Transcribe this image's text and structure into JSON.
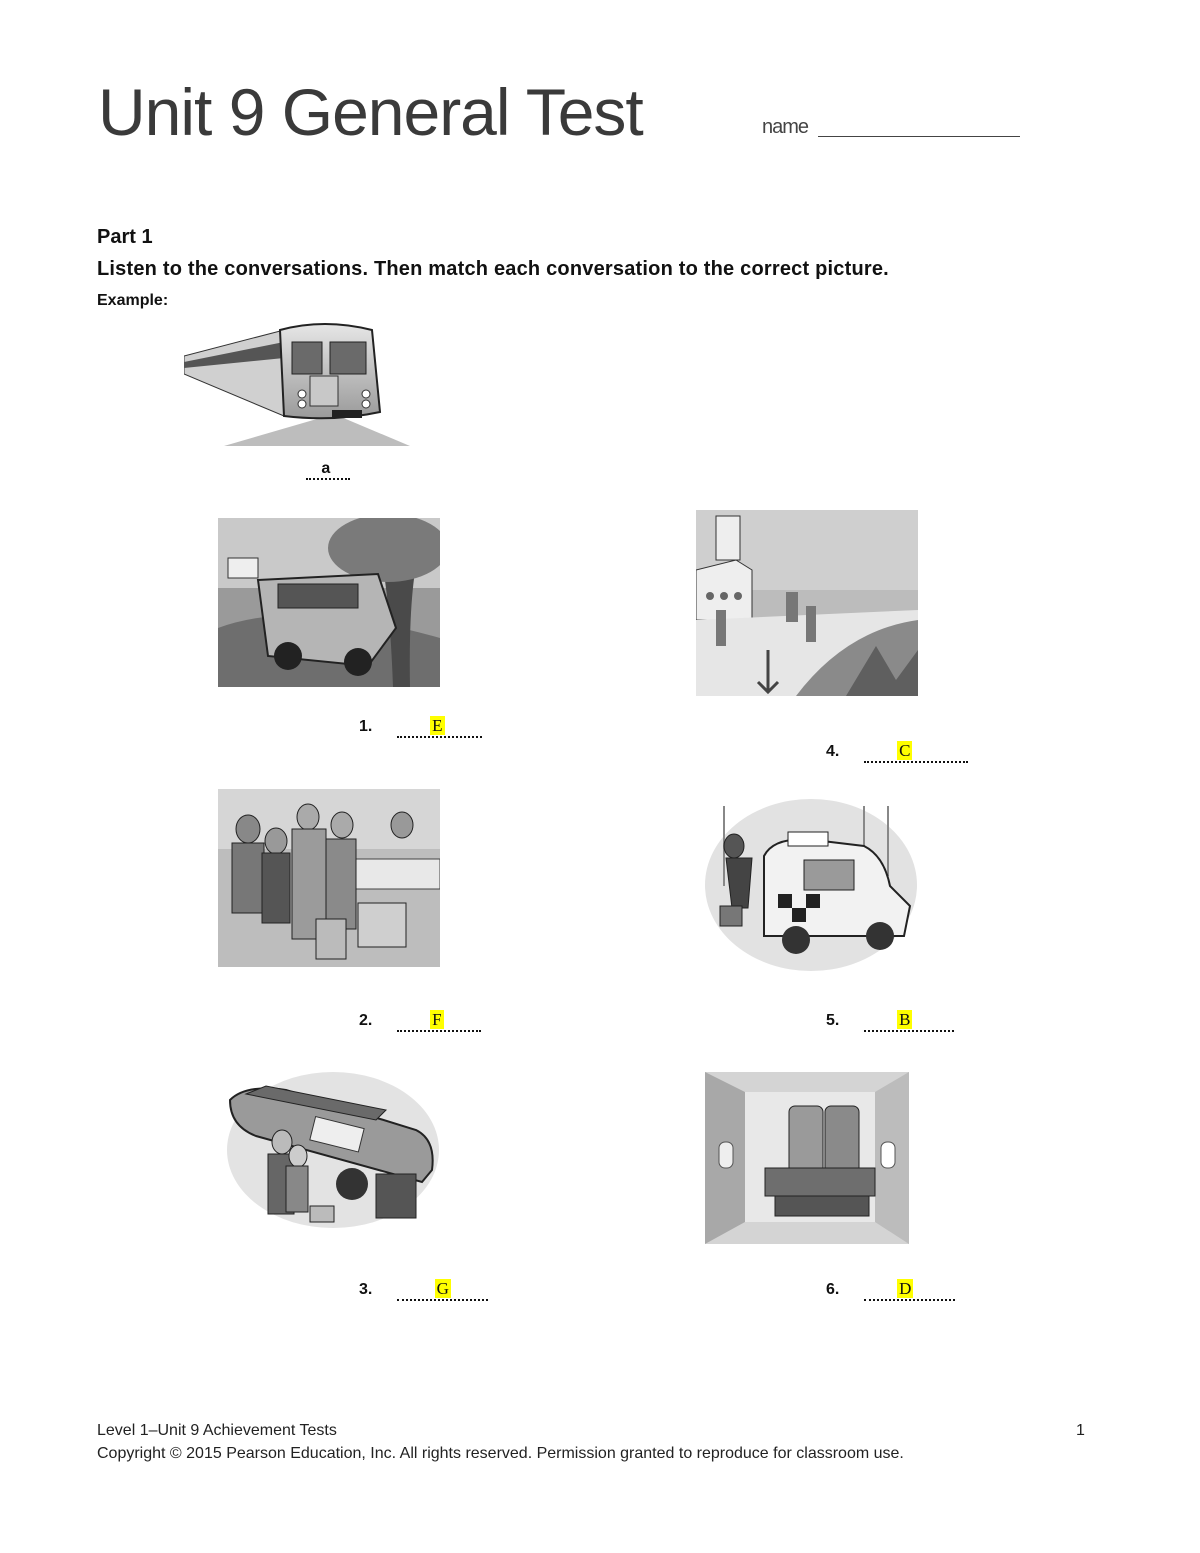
{
  "header": {
    "title": "Unit 9 General Test",
    "name_label": "name"
  },
  "part1": {
    "heading": "Part 1",
    "instructions": "Listen to the conversations. Then match each conversation to the correct picture.",
    "example_label": "Example:",
    "example_answer": "a",
    "items": [
      {
        "number": "1.",
        "answer": "E",
        "picture": "van-crash-illustration"
      },
      {
        "number": "2.",
        "answer": "F",
        "picture": "airport-line-illustration"
      },
      {
        "number": "3.",
        "answer": "G",
        "picture": "limousine-illustration"
      },
      {
        "number": "4.",
        "answer": "C",
        "picture": "ship-dock-illustration"
      },
      {
        "number": "5.",
        "answer": "B",
        "picture": "taxi-illustration"
      },
      {
        "number": "6.",
        "answer": "D",
        "picture": "plane-seats-illustration"
      }
    ]
  },
  "footer": {
    "line1": "Level 1–Unit 9 Achievement Tests",
    "page_number": "1",
    "line2": "Copyright © 2015 Pearson Education, Inc. All rights reserved. Permission granted to reproduce for classroom use."
  },
  "colors": {
    "answer_highlight": "#ffff00",
    "title_color": "#3a3a3a"
  }
}
